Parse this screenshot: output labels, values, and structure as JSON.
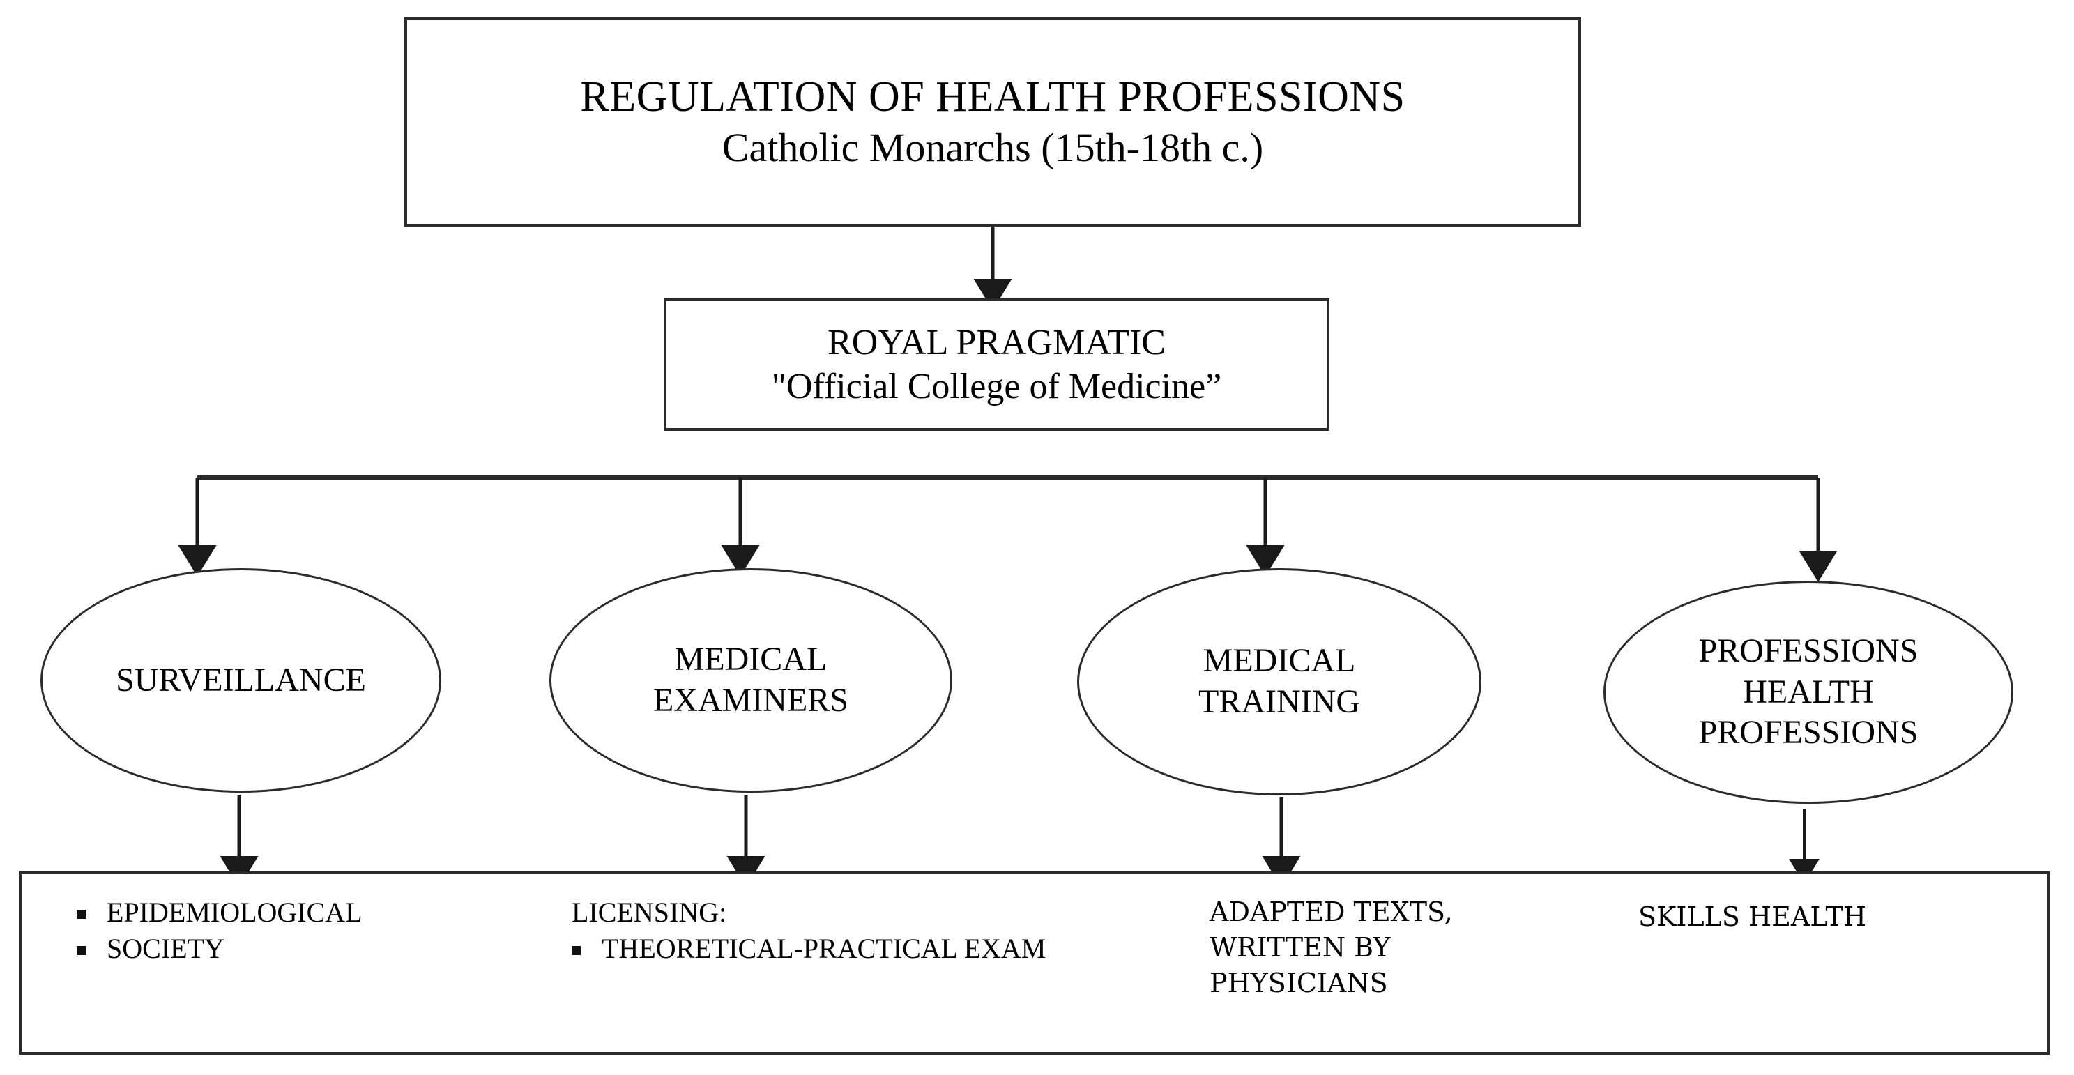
{
  "diagram": {
    "title_box": {
      "line1": "REGULATION OF HEALTH PROFESSIONS",
      "line2": "Catholic Monarchs (15th-18th c.)"
    },
    "pragmatic_box": {
      "line1": "ROYAL PRAGMATIC",
      "line2": "\"Official College of Medicine”"
    },
    "nodes": [
      {
        "id": "surveillance",
        "line1": "SURVEILLANCE",
        "line2": "",
        "line3": ""
      },
      {
        "id": "medical-examiners",
        "line1": "MEDICAL",
        "line2": "EXAMINERS",
        "line3": ""
      },
      {
        "id": "medical-training",
        "line1": "MEDICAL",
        "line2": "TRAINING",
        "line3": ""
      },
      {
        "id": "health-professions",
        "line1": "PROFESSIONS",
        "line2": "HEALTH",
        "line3": "PROFESSIONS"
      }
    ],
    "outcomes": [
      {
        "id": "surveillance-outcomes",
        "rows": [
          {
            "bullet": true,
            "text": "EPIDEMIOLOGICAL"
          },
          {
            "bullet": true,
            "text": "SOCIETY"
          }
        ]
      },
      {
        "id": "licensing-outcomes",
        "rows": [
          {
            "bullet": false,
            "text": "LICENSING:"
          },
          {
            "bullet": true,
            "text": "THEORETICAL-PRACTICAL EXAM"
          }
        ]
      },
      {
        "id": "training-outcomes",
        "rows": [
          {
            "bullet": false,
            "text": "ADAPTED TEXTS,"
          },
          {
            "bullet": false,
            "text": "WRITTEN BY"
          },
          {
            "bullet": false,
            "text": "PHYSICIANS"
          }
        ]
      },
      {
        "id": "professions-outcomes",
        "rows": [
          {
            "bullet": false,
            "text": "SKILLS HEALTH"
          }
        ]
      }
    ],
    "colors": {
      "stroke": "#2b2b2b",
      "text": "#000000",
      "background": "#ffffff"
    }
  }
}
